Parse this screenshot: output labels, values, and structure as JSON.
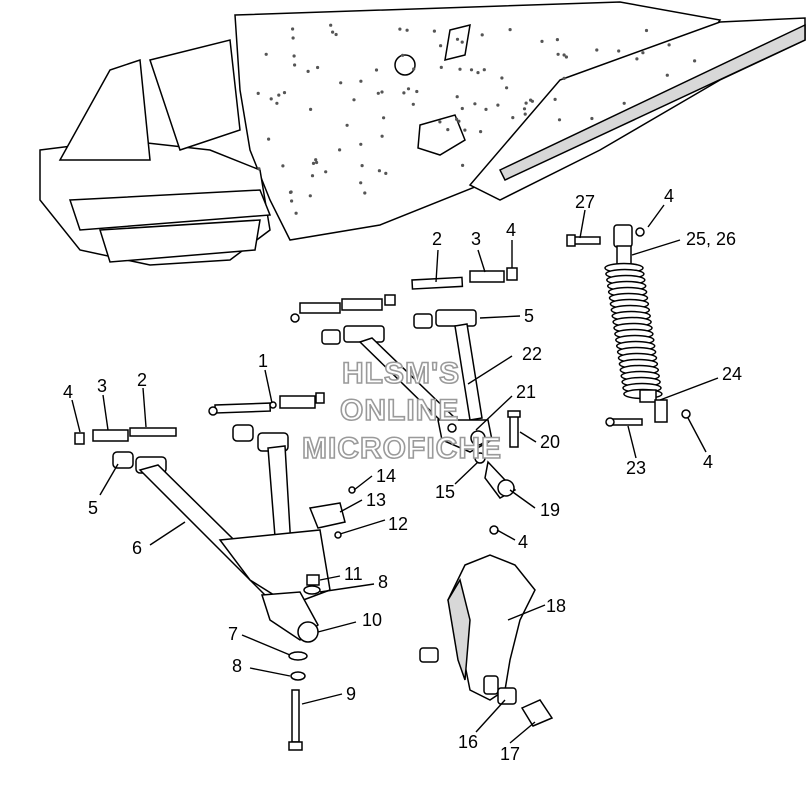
{
  "watermark": [
    "HLSM'S",
    "ONLINE",
    "MICROFICHE"
  ],
  "callouts": [
    "27",
    "4",
    "25, 26",
    "2",
    "3",
    "4",
    "5",
    "22",
    "1",
    "4",
    "3",
    "2",
    "21",
    "20",
    "24",
    "23",
    "4",
    "14",
    "15",
    "19",
    "5",
    "13",
    "12",
    "6",
    "4",
    "11",
    "8",
    "18",
    "10",
    "7",
    "8",
    "9",
    "16",
    "17"
  ]
}
